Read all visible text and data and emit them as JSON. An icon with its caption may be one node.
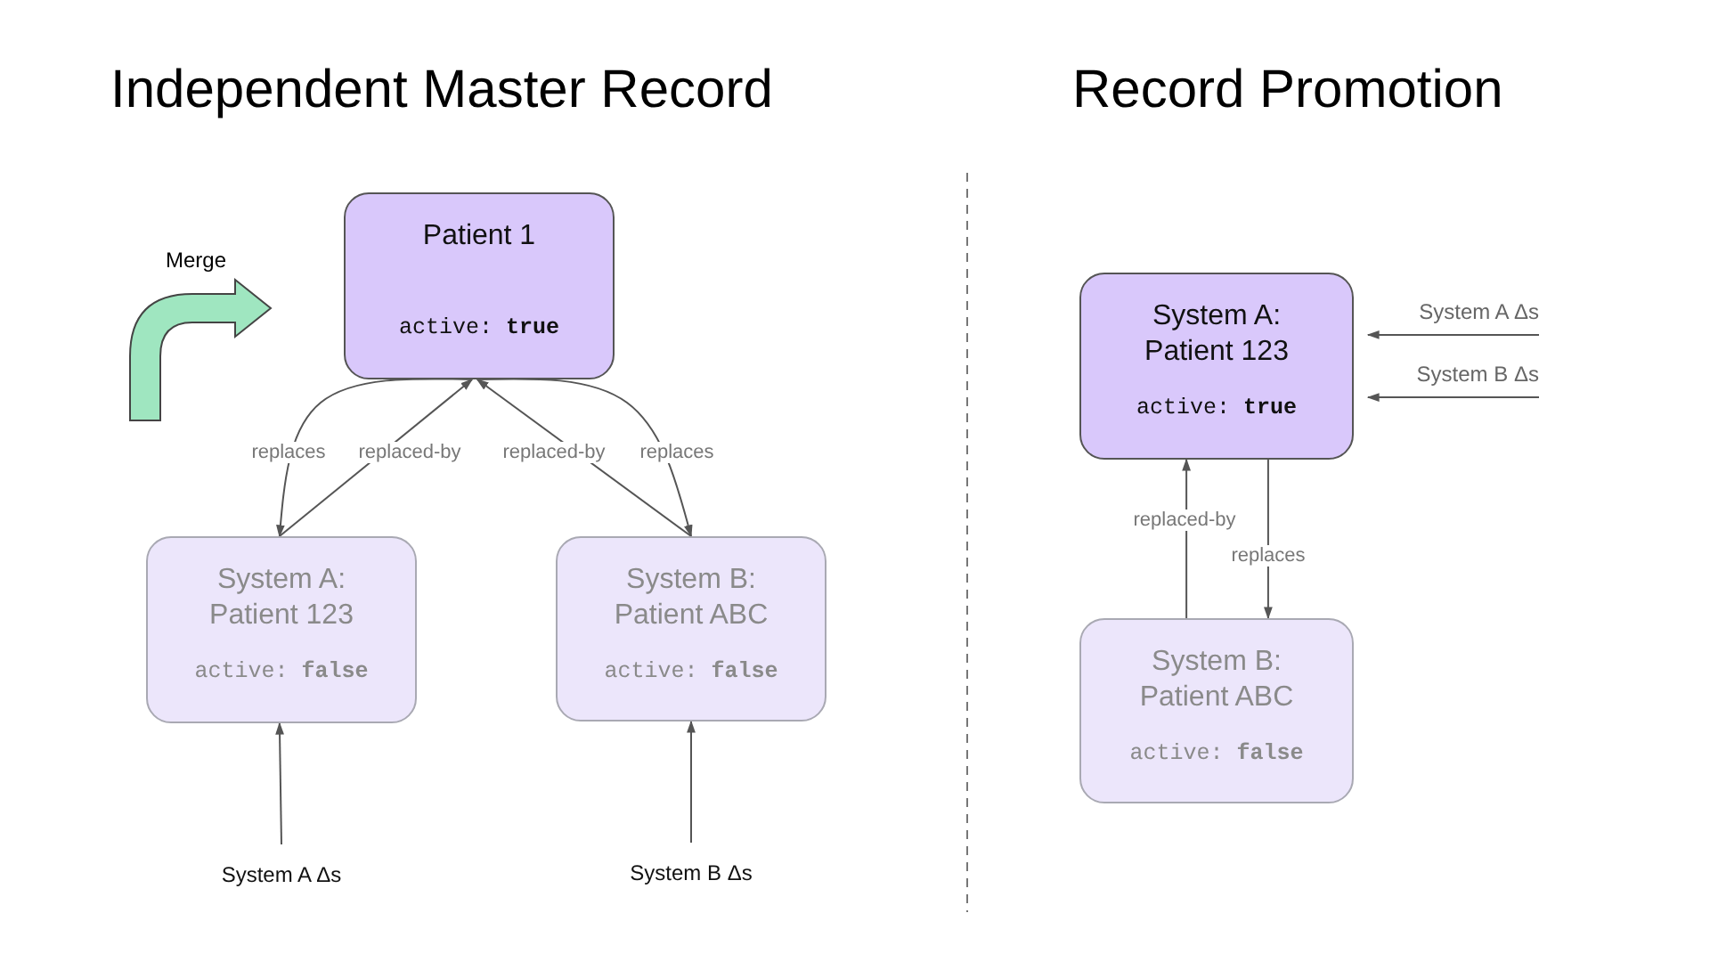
{
  "diagram": {
    "nodes": [
      {
        "text": [
          "Patient 1",
          "active: **true**"
        ]
      },
      {
        "text": [
          "System A: Patient 123",
          "active: **false**"
        ]
      },
      {
        "text": [
          "System B: Patient ABC",
          "active: **false**"
        ]
      },
      {
        "text": [
          "System A Δs"
        ]
      },
      {
        "text": [
          "System B Δs"
        ]
      },
      {
        "text": [
          "System A: Patient 123",
          "active: **true**"
        ]
      },
      {
        "text": [
          "System B: Patient ABC",
          "active: **false**"
        ]
      },
      {
        "text": [
          "System A Δs"
        ]
      },
      {
        "text": [
          "System B Δs"
        ]
      }
    ],
    "edges": [
      {
        "from": 0,
        "to": 1,
        "arrow": "to",
        "label": "replaces"
      },
      {
        "from": 1,
        "to": 0,
        "arrow": "to",
        "label": "replaced-by"
      },
      {
        "from": 2,
        "to": 0,
        "arrow": "to",
        "label": "replaced-by"
      },
      {
        "from": 0,
        "to": 2,
        "arrow": "to",
        "label": "replaces"
      },
      {
        "from": 3,
        "to": 1,
        "arrow": "to"
      },
      {
        "from": 4,
        "to": 2,
        "arrow": "to"
      },
      {
        "from": 7,
        "to": 5,
        "arrow": "to"
      },
      {
        "from": 8,
        "to": 5,
        "arrow": "to"
      },
      {
        "from": 6,
        "to": 5,
        "arrow": "to",
        "label": "replaced-by"
      },
      {
        "from": 5,
        "to": 6,
        "arrow": "to",
        "label": "replaces"
      }
    ],
    "labels": [
      "Independent Master Record",
      "Record Promotion",
      "Merge"
    ]
  }
}
